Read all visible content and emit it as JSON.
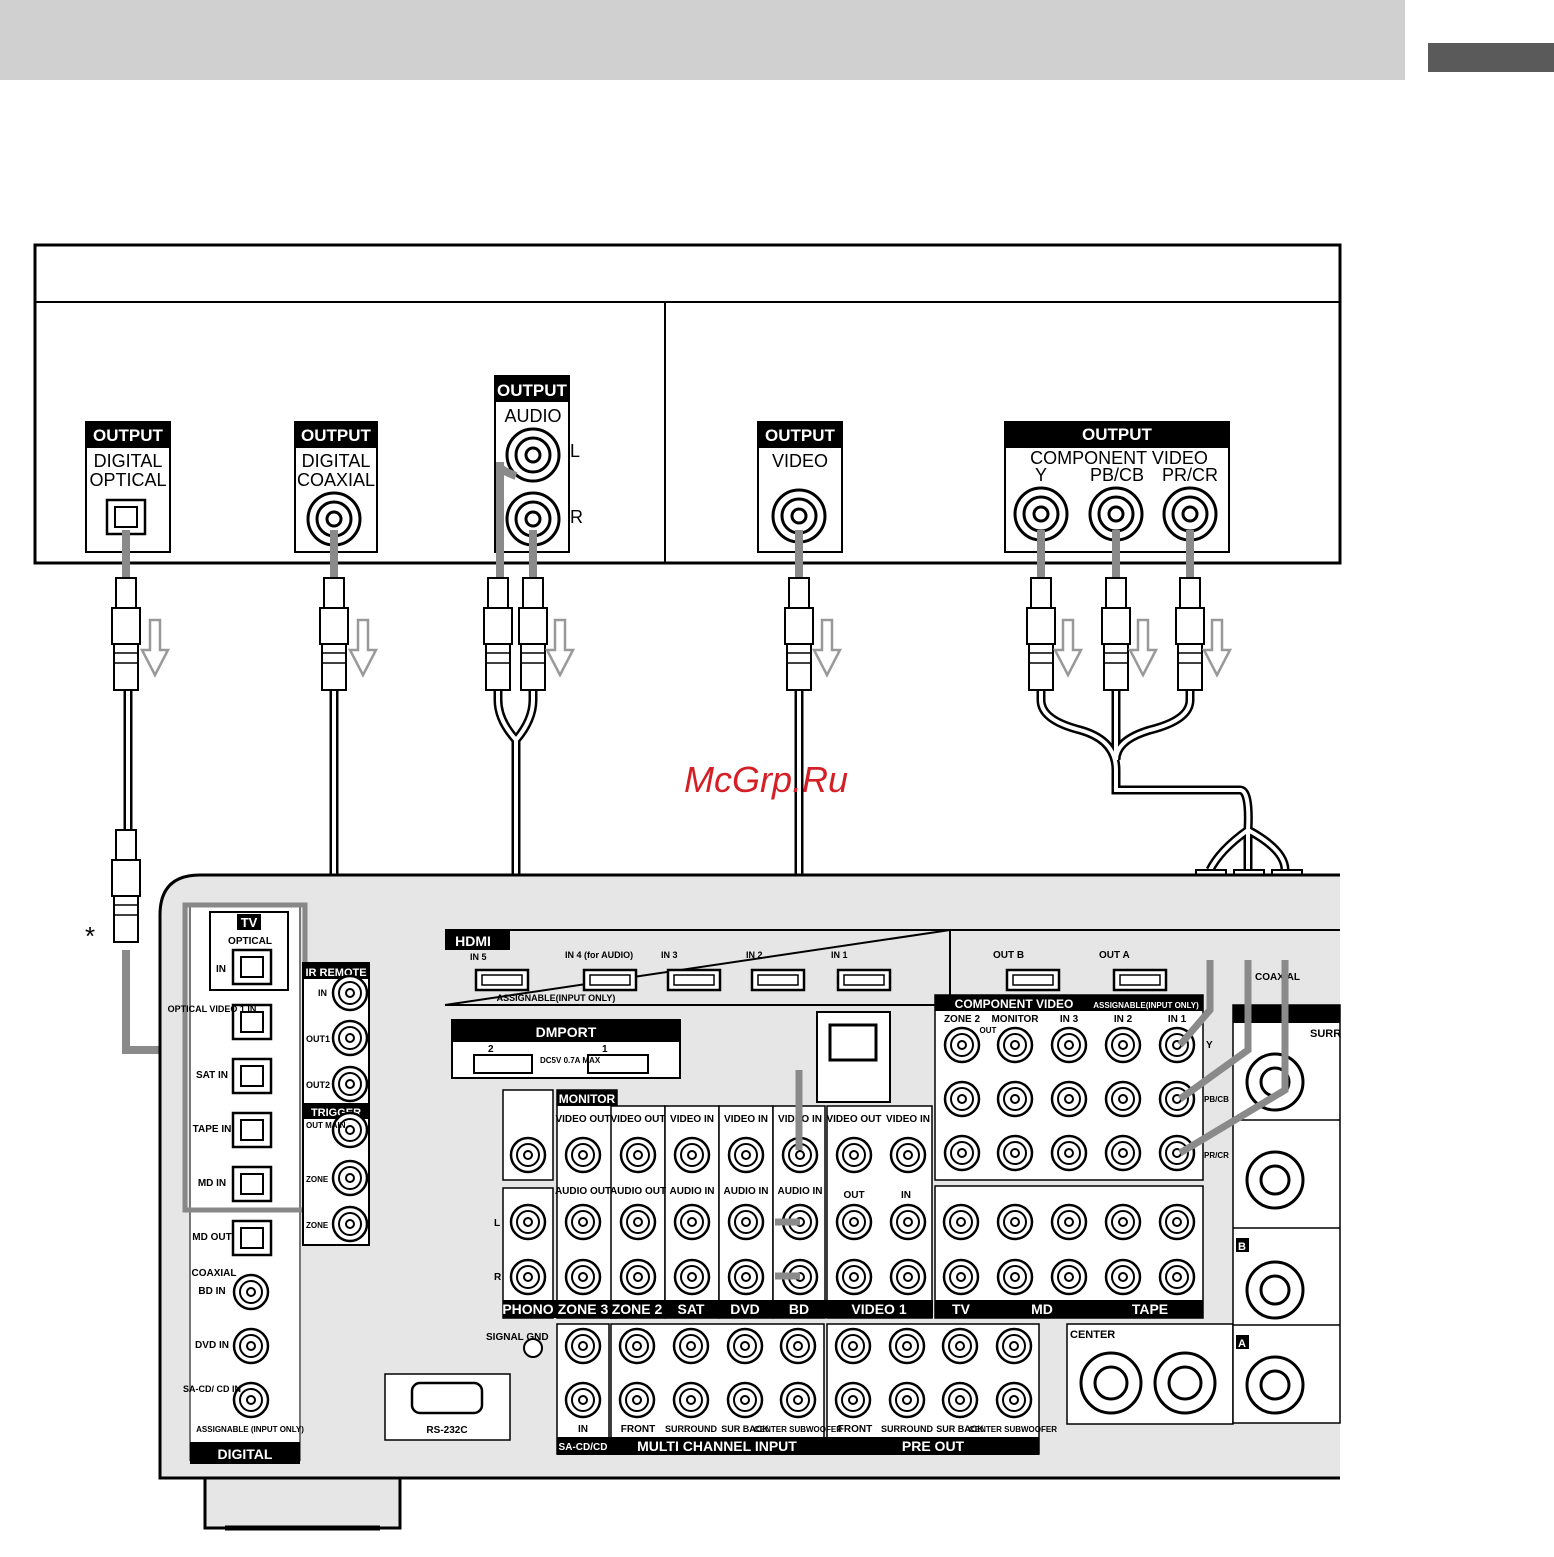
{
  "header": {
    "title": "",
    "section_tab": ""
  },
  "source_device": {
    "title": "",
    "left_panel_title": "",
    "right_panel_title": "",
    "outputs": {
      "optical": {
        "tag": "OUTPUT",
        "line1": "DIGITAL",
        "line2": "OPTICAL"
      },
      "coaxial": {
        "tag": "OUTPUT",
        "line1": "DIGITAL",
        "line2": "COAXIAL"
      },
      "audio": {
        "tag": "OUTPUT",
        "line1": "AUDIO",
        "left": "L",
        "right": "R"
      },
      "video": {
        "tag": "OUTPUT",
        "line1": "VIDEO"
      },
      "component": {
        "tag": "OUTPUT",
        "line1": "COMPONENT VIDEO",
        "y": "Y",
        "pb": "PB/CB",
        "pr": "PR/CR"
      }
    }
  },
  "footnote_marker": "*",
  "watermark": "McGrp.Ru",
  "receiver": {
    "tv_label": "TV",
    "optical_label": "OPTICAL",
    "in_label": "IN",
    "optical_inputs": [
      "OPTICAL VIDEO 1 IN",
      "SAT IN",
      "TAPE IN",
      "MD IN"
    ],
    "md_out": "MD OUT",
    "coaxial_label": "COAXIAL",
    "coaxial_input": "BD IN",
    "coaxial_inputs": [
      "DVD IN",
      "SA-CD/ CD IN"
    ],
    "assignable": "ASSIGNABLE (INPUT ONLY)",
    "digital_label": "DIGITAL",
    "ir_remote": "IR REMOTE",
    "ir_labels": [
      "IN",
      "OUT1",
      "OUT2"
    ],
    "trigger": "TRIGGER",
    "trigger_labels": [
      "OUT MAIN",
      "ZONE",
      "ZONE"
    ],
    "hdmi_label": "HDMI",
    "hdmi_inputs": [
      "IN 5",
      "IN 4 (for AUDIO)",
      "IN 3",
      "IN 2",
      "IN 1"
    ],
    "hdmi_outputs": [
      "OUT B",
      "OUT A"
    ],
    "hdmi_assignable": "ASSIGNABLE(INPUT ONLY)",
    "dmport_label": "DMPORT",
    "dmport_ports": [
      "2",
      "1"
    ],
    "dmport_power": "DC5V 0.7A MAX",
    "component_label": "COMPONENT VIDEO",
    "component_assignable": "ASSIGNABLE(INPUT ONLY)",
    "component_cols": [
      "ZONE 2",
      "MONITOR",
      "IN 3",
      "IN 2",
      "IN 1"
    ],
    "component_out": "OUT",
    "component_rows": [
      "Y",
      "PB/CB",
      "PR/CR"
    ],
    "jack_groups": [
      "PHONO",
      "ZONE 3",
      "ZONE 2",
      "SAT",
      "DVD",
      "BD",
      "VIDEO 1",
      "TV",
      "MD",
      "TAPE"
    ],
    "jack_video_labels": [
      "VIDEO OUT",
      "VIDEO OUT",
      "VIDEO IN",
      "VIDEO IN",
      "VIDEO IN",
      "VIDEO OUT",
      "VIDEO IN"
    ],
    "jack_audio_labels": [
      "AUDIO OUT",
      "AUDIO OUT",
      "AUDIO IN",
      "AUDIO IN",
      "AUDIO IN"
    ],
    "monitor_label": "MONITOR",
    "lr": [
      "L",
      "R"
    ],
    "signal_gnd": "SIGNAL GND",
    "rs232": "RS-232C",
    "multi_channel": "MULTI CHANNEL INPUT",
    "multi_labels": [
      "IN",
      "FRONT",
      "SURROUND",
      "SUR BACK",
      "CENTER SUBWOOFER"
    ],
    "sacd_label": "SA-CD/CD",
    "pre_out": "PRE OUT",
    "pre_labels": [
      "FRONT",
      "SURROUND",
      "SUR BACK",
      "CENTER SUBWOOFER"
    ],
    "center_label": "CENTER",
    "speaker_labels": [
      "B",
      "A",
      "SURR"
    ],
    "coaxial_antenna": "COAXIAL",
    "out_in": [
      "OUT",
      "IN"
    ]
  },
  "colors": {
    "cable_gray": "#8a8a8a",
    "panel_gray": "#e6e6e6",
    "label_black": "#1a1a1a",
    "watermark": "#d41f26"
  }
}
